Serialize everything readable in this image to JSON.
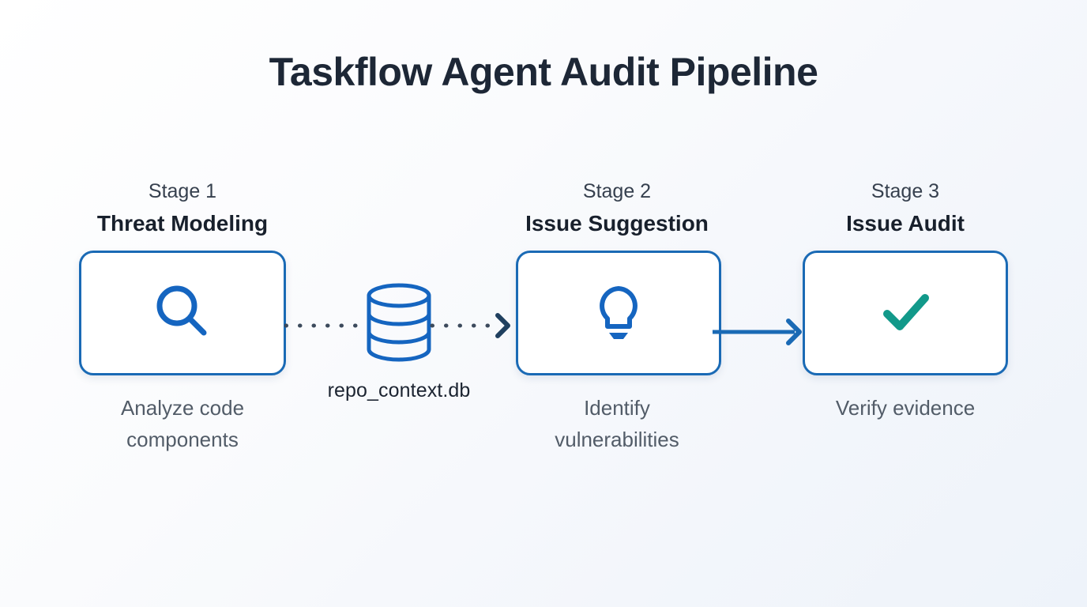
{
  "page": {
    "title": "Taskflow Agent Audit Pipeline",
    "background_from": "#ffffff",
    "background_to": "#eef3fa"
  },
  "theme": {
    "accent_blue": "#1a6ab5",
    "icon_blue": "#1565c0",
    "check_teal": "#12998a",
    "arrow_navy": "#20405f",
    "title_color": "#1d2736",
    "caption_color": "#525c68"
  },
  "stages": [
    {
      "number": "Stage 1",
      "name": "Threat Modeling",
      "icon": "magnifier-icon",
      "caption": "Analyze code\ncomponents"
    },
    {
      "number": "Stage 2",
      "name": "Issue Suggestion",
      "icon": "lightbulb-icon",
      "caption": "Identify\nvulnerabilities"
    },
    {
      "number": "Stage 3",
      "name": "Issue Audit",
      "icon": "checkmark-icon",
      "caption": "Verify evidence"
    }
  ],
  "connectors": [
    {
      "id": "stage1-to-stage2",
      "style": "dotted",
      "datastore_label": "repo_context.db",
      "datastore_icon": "database-icon",
      "color": "#3c4a5c"
    },
    {
      "id": "stage2-to-stage3",
      "style": "solid",
      "color": "#1a6ab5"
    }
  ]
}
